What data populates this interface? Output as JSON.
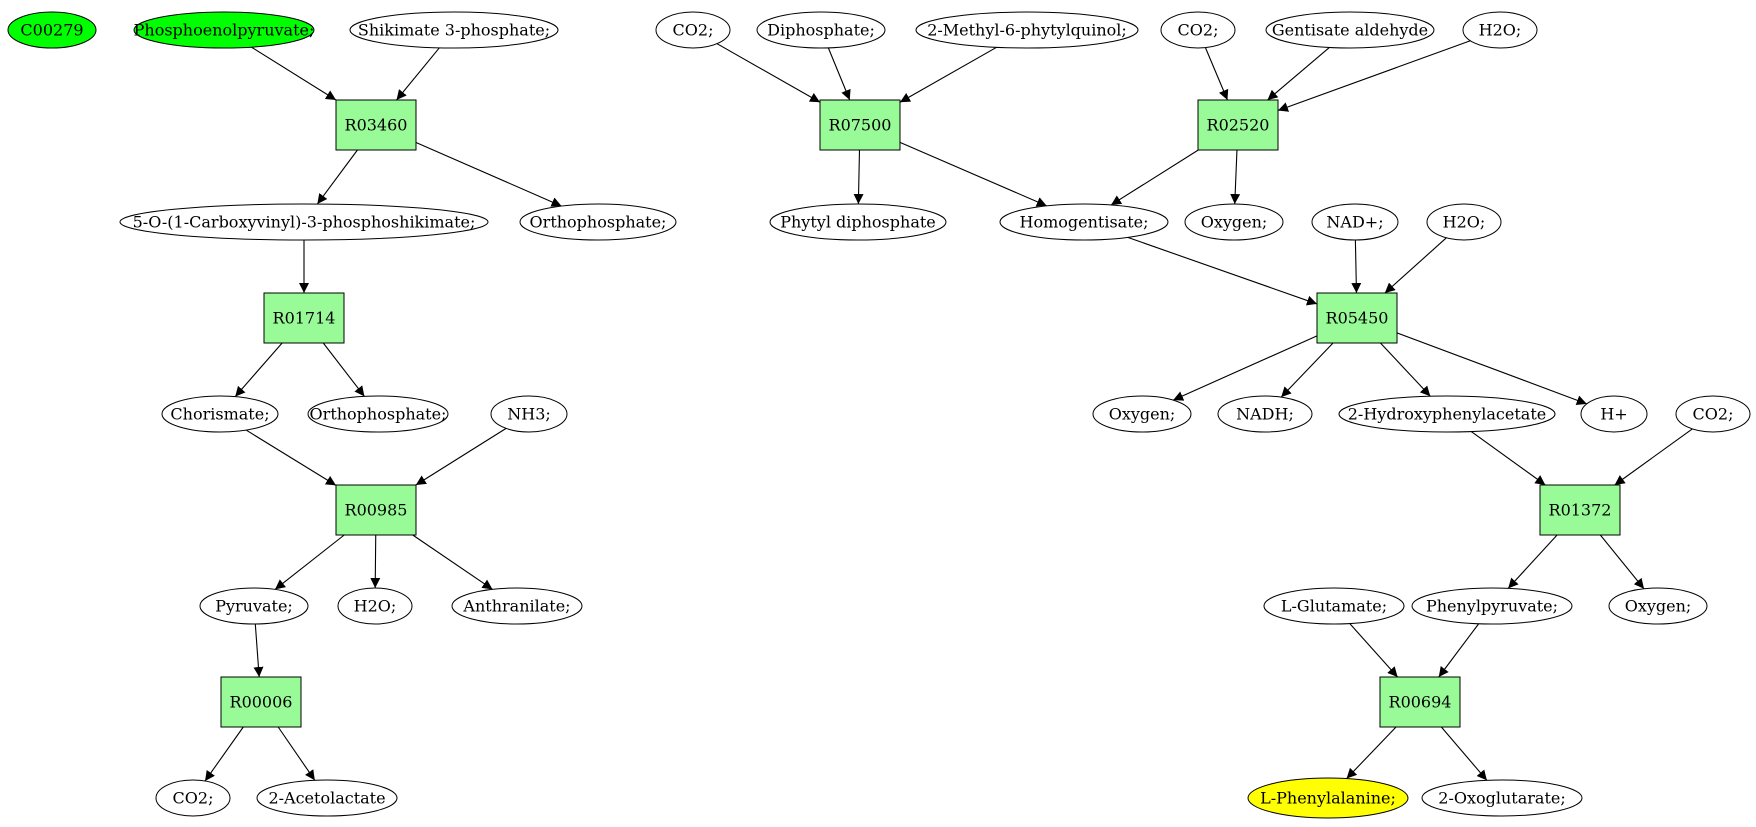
{
  "colors": {
    "reaction_fill": "#98fb98",
    "compound_fill": "#ffffff",
    "start_fill": "#00ff00",
    "target_fill": "#ffff00",
    "stroke": "#000000"
  },
  "nodes": [
    {
      "id": "c00279",
      "type": "compound",
      "style": "start",
      "label": "C00279"
    },
    {
      "id": "pep",
      "type": "compound",
      "style": "start",
      "label": "Phosphoenolpyruvate;"
    },
    {
      "id": "shik3p",
      "type": "compound",
      "label": "Shikimate 3-phosphate;"
    },
    {
      "id": "r03460",
      "type": "reaction",
      "label": "R03460"
    },
    {
      "id": "cvps",
      "type": "compound",
      "label": "5-O-(1-Carboxyvinyl)-3-phosphoshikimate;"
    },
    {
      "id": "ortho1",
      "type": "compound",
      "label": "Orthophosphate;"
    },
    {
      "id": "r01714",
      "type": "reaction",
      "label": "R01714"
    },
    {
      "id": "chorismate",
      "type": "compound",
      "label": "Chorismate;"
    },
    {
      "id": "ortho2",
      "type": "compound",
      "label": "Orthophosphate;"
    },
    {
      "id": "nh3",
      "type": "compound",
      "label": "NH3;"
    },
    {
      "id": "r00985",
      "type": "reaction",
      "label": "R00985"
    },
    {
      "id": "pyruvate",
      "type": "compound",
      "label": "Pyruvate;"
    },
    {
      "id": "h2o1",
      "type": "compound",
      "label": "H2O;"
    },
    {
      "id": "anthranilate",
      "type": "compound",
      "label": "Anthranilate;"
    },
    {
      "id": "r00006",
      "type": "reaction",
      "label": "R00006"
    },
    {
      "id": "co2a",
      "type": "compound",
      "label": "CO2;"
    },
    {
      "id": "acetolactate",
      "type": "compound",
      "label": "2-Acetolactate"
    },
    {
      "id": "co2b",
      "type": "compound",
      "label": "CO2;"
    },
    {
      "id": "diphosphate",
      "type": "compound",
      "label": "Diphosphate;"
    },
    {
      "id": "mpq",
      "type": "compound",
      "label": "2-Methyl-6-phytylquinol;"
    },
    {
      "id": "r07500",
      "type": "reaction",
      "label": "R07500"
    },
    {
      "id": "phytyl",
      "type": "compound",
      "label": "Phytyl diphosphate"
    },
    {
      "id": "homogentisate",
      "type": "compound",
      "label": "Homogentisate;"
    },
    {
      "id": "co2c",
      "type": "compound",
      "label": "CO2;"
    },
    {
      "id": "gentisald",
      "type": "compound",
      "label": "Gentisate aldehyde"
    },
    {
      "id": "h2o2",
      "type": "compound",
      "label": "H2O;"
    },
    {
      "id": "r02520",
      "type": "reaction",
      "label": "R02520"
    },
    {
      "id": "oxy1",
      "type": "compound",
      "label": "Oxygen;"
    },
    {
      "id": "nadp",
      "type": "compound",
      "label": "NAD+;"
    },
    {
      "id": "h2o3",
      "type": "compound",
      "label": "H2O;"
    },
    {
      "id": "r05450",
      "type": "reaction",
      "label": "R05450"
    },
    {
      "id": "oxy2",
      "type": "compound",
      "label": "Oxygen;"
    },
    {
      "id": "nadh",
      "type": "compound",
      "label": "NADH;"
    },
    {
      "id": "hpa",
      "type": "compound",
      "label": "2-Hydroxyphenylacetate"
    },
    {
      "id": "hplus",
      "type": "compound",
      "label": "H+"
    },
    {
      "id": "co2d",
      "type": "compound",
      "label": "CO2;"
    },
    {
      "id": "r01372",
      "type": "reaction",
      "label": "R01372"
    },
    {
      "id": "lglu",
      "type": "compound",
      "label": "L-Glutamate;"
    },
    {
      "id": "phpyr",
      "type": "compound",
      "label": "Phenylpyruvate;"
    },
    {
      "id": "oxy3",
      "type": "compound",
      "label": "Oxygen;"
    },
    {
      "id": "r00694",
      "type": "reaction",
      "label": "R00694"
    },
    {
      "id": "lphe",
      "type": "compound",
      "style": "target",
      "label": "L-Phenylalanine;"
    },
    {
      "id": "oxoglu",
      "type": "compound",
      "label": "2-Oxoglutarate;"
    }
  ],
  "edges": [
    [
      "pep",
      "r03460"
    ],
    [
      "shik3p",
      "r03460"
    ],
    [
      "r03460",
      "cvps"
    ],
    [
      "r03460",
      "ortho1"
    ],
    [
      "cvps",
      "r01714"
    ],
    [
      "r01714",
      "chorismate"
    ],
    [
      "r01714",
      "ortho2"
    ],
    [
      "chorismate",
      "r00985"
    ],
    [
      "nh3",
      "r00985"
    ],
    [
      "r00985",
      "pyruvate"
    ],
    [
      "r00985",
      "h2o1"
    ],
    [
      "r00985",
      "anthranilate"
    ],
    [
      "pyruvate",
      "r00006"
    ],
    [
      "r00006",
      "co2a"
    ],
    [
      "r00006",
      "acetolactate"
    ],
    [
      "co2b",
      "r07500"
    ],
    [
      "diphosphate",
      "r07500"
    ],
    [
      "mpq",
      "r07500"
    ],
    [
      "r07500",
      "phytyl"
    ],
    [
      "r07500",
      "homogentisate"
    ],
    [
      "co2c",
      "r02520"
    ],
    [
      "gentisald",
      "r02520"
    ],
    [
      "h2o2",
      "r02520"
    ],
    [
      "r02520",
      "homogentisate"
    ],
    [
      "r02520",
      "oxy1"
    ],
    [
      "homogentisate",
      "r05450"
    ],
    [
      "nadp",
      "r05450"
    ],
    [
      "h2o3",
      "r05450"
    ],
    [
      "r05450",
      "oxy2"
    ],
    [
      "r05450",
      "nadh"
    ],
    [
      "r05450",
      "hpa"
    ],
    [
      "r05450",
      "hplus"
    ],
    [
      "hpa",
      "r01372"
    ],
    [
      "co2d",
      "r01372"
    ],
    [
      "r01372",
      "phpyr"
    ],
    [
      "r01372",
      "oxy3"
    ],
    [
      "lglu",
      "r00694"
    ],
    [
      "phpyr",
      "r00694"
    ],
    [
      "r00694",
      "lphe"
    ],
    [
      "r00694",
      "oxoglu"
    ]
  ]
}
